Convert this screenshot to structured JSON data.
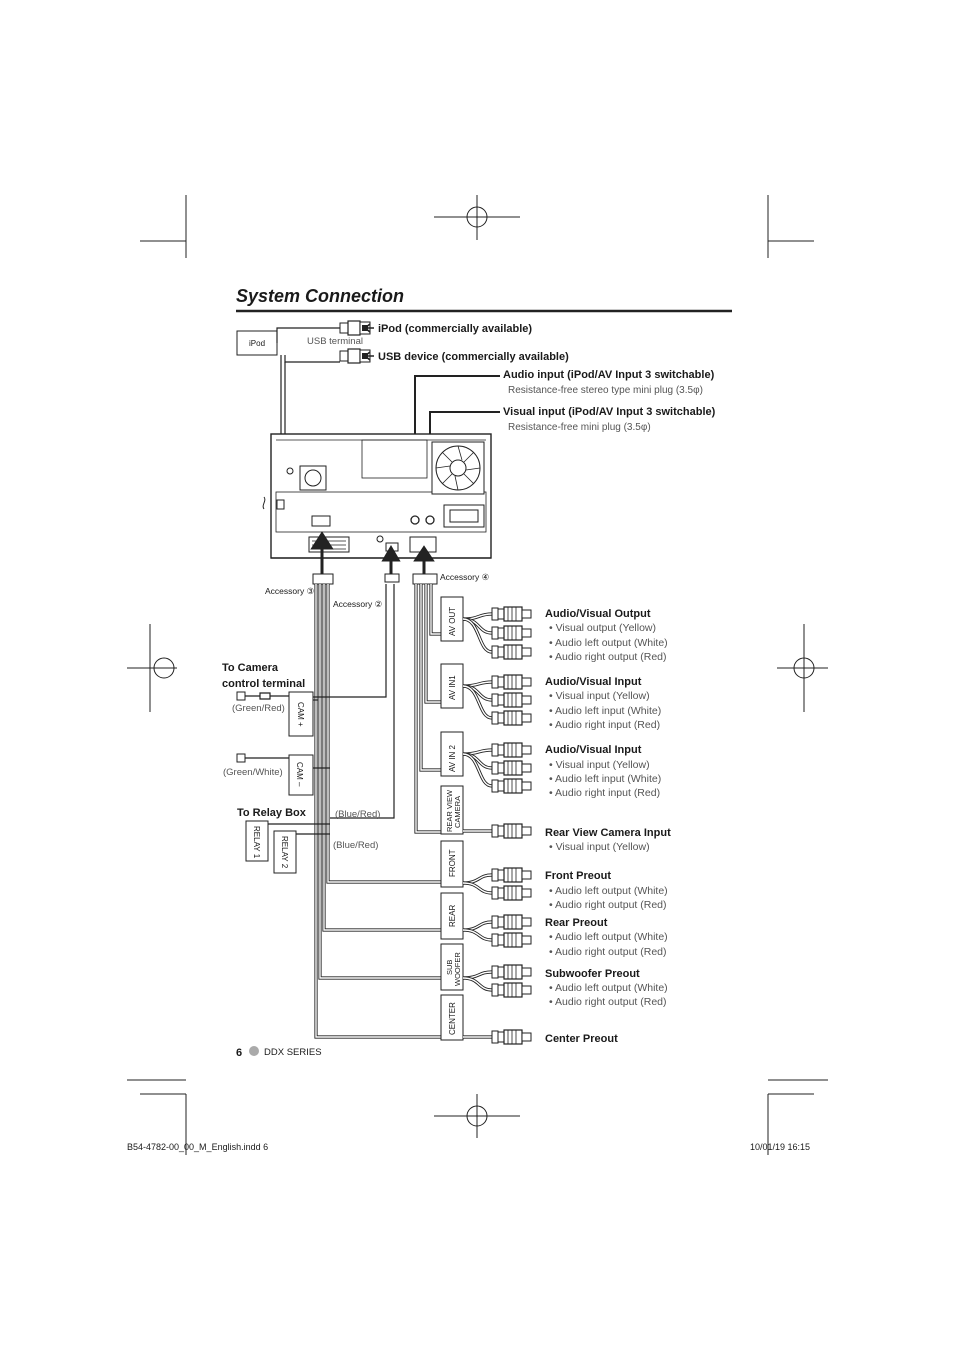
{
  "page": {
    "title": "System Connection",
    "page_number": "6",
    "series": "DDX SERIES",
    "footer_file": "B54-4782-00_00_M_English.indd  6",
    "footer_date": "10/01/19  16:15"
  },
  "top": {
    "ipod_box": "iPod",
    "usb_terminal": "USB terminal",
    "ipod_label": "iPod (commercially available)",
    "usb_label": "USB device (commercially available)",
    "audio_input_title": "Audio input (iPod/AV Input 3 switchable)",
    "audio_input_sub": "Resistance-free stereo type mini plug (3.5φ)",
    "visual_input_title": "Visual input (iPod/AV Input 3 switchable)",
    "visual_input_sub": "Resistance-free mini plug (3.5φ)"
  },
  "accessories": {
    "acc3": "Accessory ③",
    "acc2": "Accessory ②",
    "acc4": "Accessory ④"
  },
  "left": {
    "camera_title_1": "To Camera",
    "camera_title_2": "control terminal",
    "green_red": "(Green/Red)",
    "cam_plus": "CAM +",
    "green_white": "(Green/White)",
    "cam_minus": "CAM –",
    "relay_title": "To Relay Box",
    "blue_red_1": "(Blue/Red)",
    "blue_red_2": "(Blue/Red)",
    "relay1": "RELAY 1",
    "relay2": "RELAY 2"
  },
  "connectors": {
    "av_out": "AV OUT",
    "av_in1": "AV IN1",
    "av_in2": "AV IN 2",
    "rear_view_1": "REAR VIEW",
    "rear_view_2": "CAMERA",
    "front": "FRONT",
    "rear": "REAR",
    "sub_1": "SUB",
    "sub_2": "WOOFER",
    "center": "CENTER"
  },
  "outputs": {
    "avo_title": "Audio/Visual Output",
    "avo_1": "• Visual output (Yellow)",
    "avo_2": "• Audio left output (White)",
    "avo_3": "• Audio right output (Red)",
    "avi1_title": "Audio/Visual Input",
    "avi1_1": "• Visual input (Yellow)",
    "avi1_2": "• Audio left input (White)",
    "avi1_3": "• Audio right input (Red)",
    "avi2_title": "Audio/Visual Input",
    "avi2_1": "• Visual input (Yellow)",
    "avi2_2": "• Audio left input (White)",
    "avi2_3": "• Audio right input (Red)",
    "rvc_title": "Rear View Camera Input",
    "rvc_1": "• Visual input (Yellow)",
    "fp_title": "Front Preout",
    "fp_1": "• Audio left output (White)",
    "fp_2": "• Audio right output (Red)",
    "rp_title": "Rear Preout",
    "rp_1": "• Audio left output (White)",
    "rp_2": "• Audio right output (Red)",
    "sp_title": "Subwoofer Preout",
    "sp_1": "• Audio left output (White)",
    "sp_2": "• Audio right output (Red)",
    "cp_title": "Center Preout"
  }
}
